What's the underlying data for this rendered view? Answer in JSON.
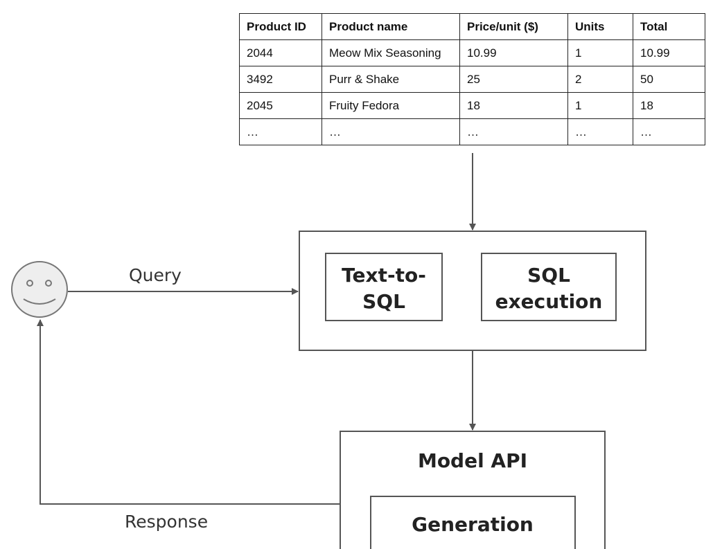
{
  "table": {
    "headers": [
      "Product ID",
      "Product name",
      "Price/unit ($)",
      "Units",
      "Total"
    ],
    "rows": [
      [
        "2044",
        "Meow Mix Seasoning",
        "10.99",
        "1",
        "10.99"
      ],
      [
        "3492",
        "Purr & Shake",
        "25",
        "2",
        "50"
      ],
      [
        "2045",
        "Fruity Fedora",
        "18",
        "1",
        "18"
      ],
      [
        "…",
        "…",
        "…",
        "…",
        "…"
      ]
    ]
  },
  "flow": {
    "query_label": "Query",
    "response_label": "Response"
  },
  "boxes": {
    "text_to_sql": [
      "Text-to-",
      "SQL"
    ],
    "sql_execution": [
      "SQL",
      "execution"
    ],
    "model_api": "Model API",
    "generation": "Generation"
  }
}
